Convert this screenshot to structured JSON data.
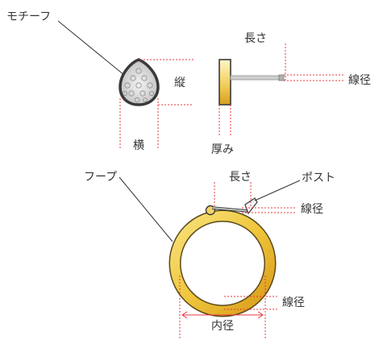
{
  "labels": {
    "motif": "モチーフ",
    "height": "縦",
    "width": "横",
    "length_top": "長さ",
    "wire_top": "線径",
    "thickness": "厚み",
    "hoop": "フープ",
    "length_hoop": "長さ",
    "post": "ポスト",
    "wire_post": "線径",
    "wire_hoop": "線径",
    "inner_diameter": "内径"
  },
  "colors": {
    "dimension": "#e8383d",
    "leader": "#333333",
    "gold_light": "#f6de7a",
    "gold_dark": "#d9a520",
    "motif_frame": "#3a3a3a",
    "post_gray": "#9a9a9a"
  }
}
